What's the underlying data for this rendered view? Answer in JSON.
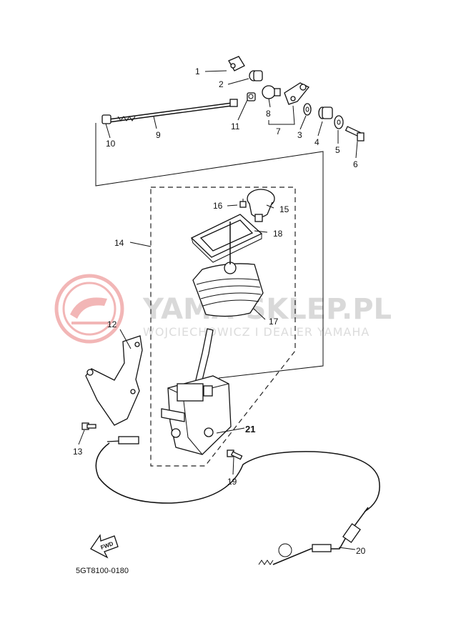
{
  "watermark": {
    "main": "YAMA-SKLEP.PL",
    "sub": "WOJCIECHOWICZ I DEALER YAMAHA",
    "logo_color": "#e87b7b"
  },
  "diagram_code": "5GT8100-0180",
  "fwd_label": "FWD",
  "callouts": {
    "c1": "1",
    "c2": "2",
    "c3": "3",
    "c4": "4",
    "c5": "5",
    "c6": "6",
    "c7": "7",
    "c8": "8",
    "c9": "9",
    "c10": "10",
    "c11": "11",
    "c12": "12",
    "c13": "13",
    "c14": "14",
    "c15": "15",
    "c16": "16",
    "c17": "17",
    "c18": "18",
    "c19": "19",
    "c20": "20",
    "c21": "21"
  }
}
